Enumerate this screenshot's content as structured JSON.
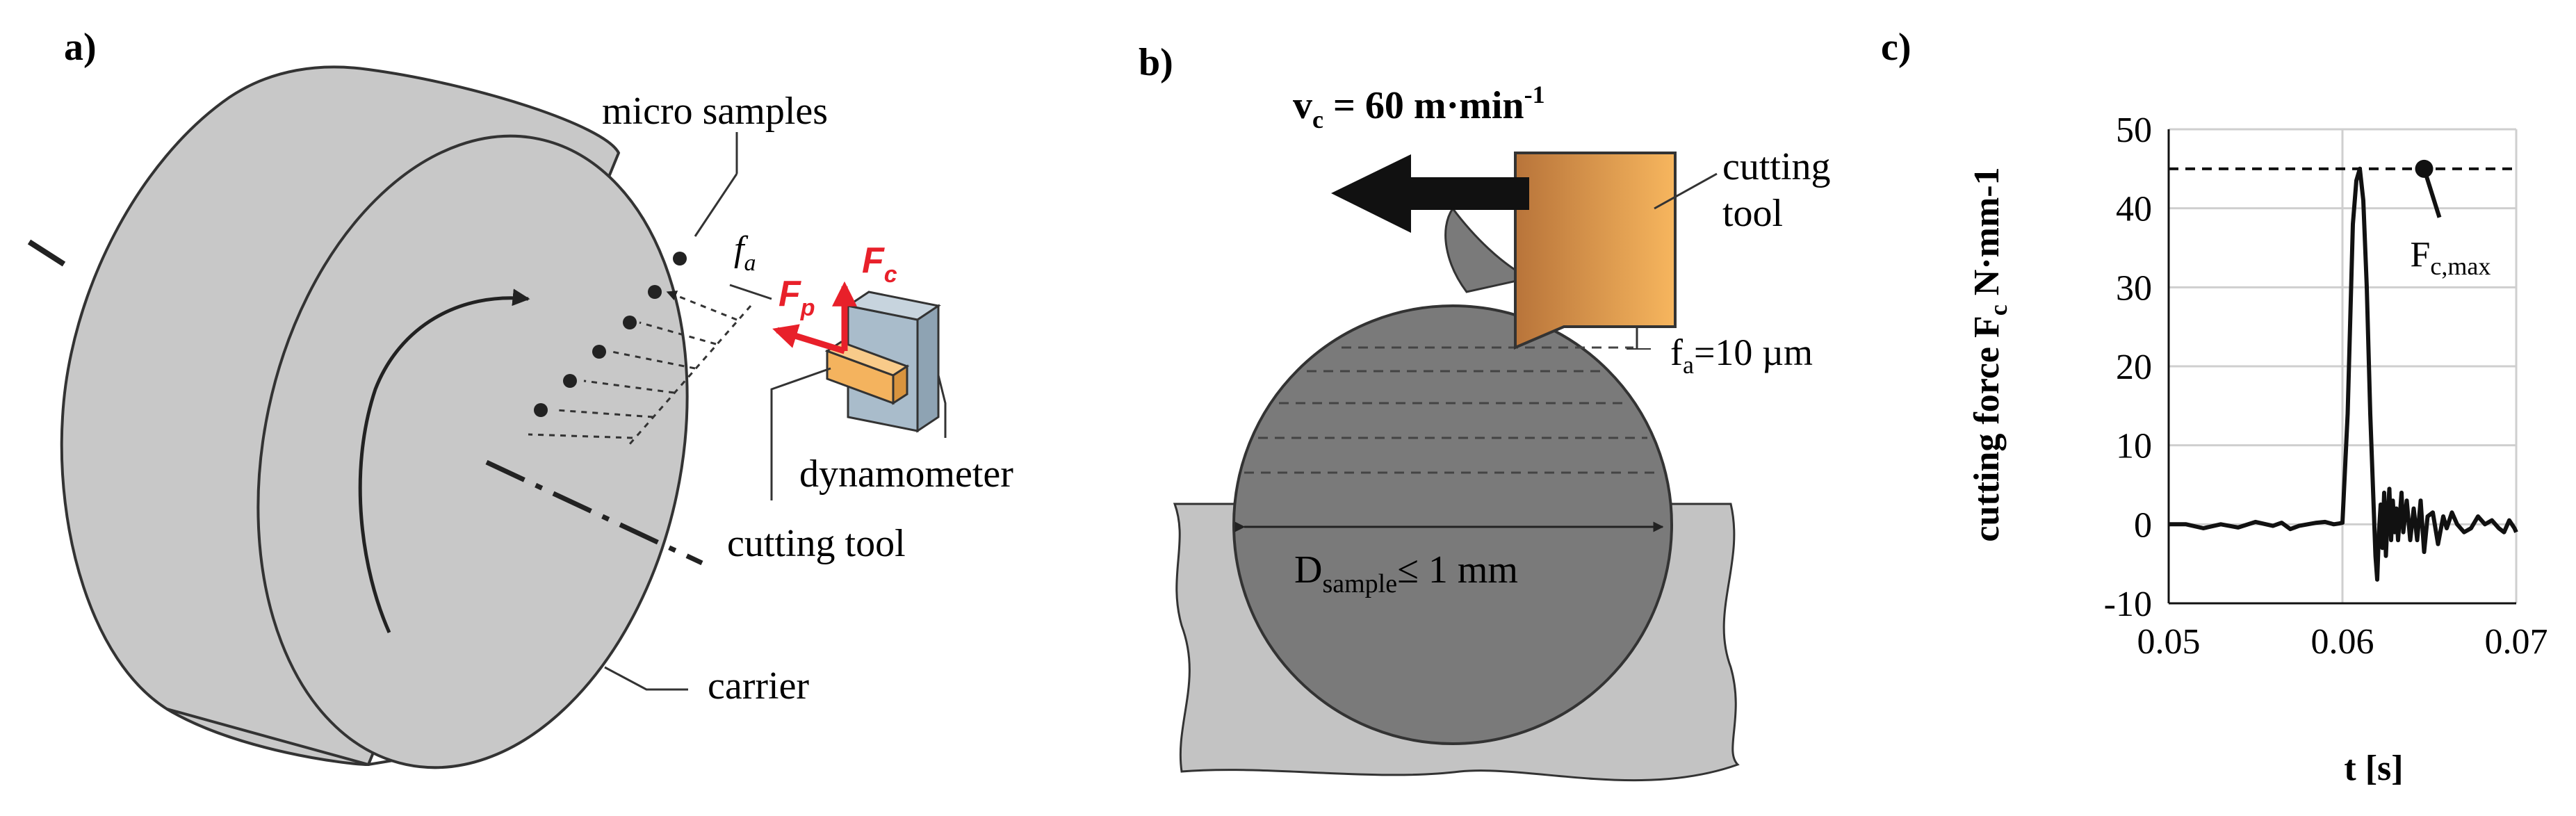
{
  "panel_a": {
    "label": "a)",
    "micro_samples": "micro samples",
    "fa": "f",
    "fa_sub": "a",
    "fp": "F",
    "fp_sub": "p",
    "fc": "F",
    "fc_sub": "c",
    "dynamometer": "dynamometer",
    "cutting_tool": "cutting tool",
    "carrier": "carrier",
    "colors": {
      "force": "#e8202a",
      "carrier": "#c8c8c8",
      "tool": "#f4b35e",
      "dynamometer": "#a9bccb"
    }
  },
  "panel_b": {
    "label": "b)",
    "vc_main": "v",
    "vc_sub": "c",
    "vc_value": " = 60 m·min",
    "vc_exp": "-1",
    "cutting_tool_line1": "cutting",
    "cutting_tool_line2": "tool",
    "fa_main": "f",
    "fa_sub": "a",
    "fa_value": "=10 µm",
    "d_main": "D",
    "d_sub": "sample",
    "d_value": "≤ 1 mm",
    "colors": {
      "sample": "#7a7a7a",
      "base": "#c3c3c3",
      "tool_left": "#b8743a",
      "tool_right": "#f7b65e"
    }
  },
  "panel_c": {
    "label": "c)",
    "annotation_main": "F",
    "annotation_sub": "c,max",
    "ylabel_main": "cutting force F",
    "ylabel_sub": "c",
    "ylabel_unit": " N·mm-1",
    "xlabel": "t [s]"
  },
  "chart_data": {
    "type": "line",
    "xlabel": "t [s]",
    "ylabel": "cutting force Fc N·mm-1",
    "xlim": [
      0.05,
      0.07
    ],
    "ylim": [
      -10,
      50
    ],
    "xticks": [
      "0.05",
      "0.06",
      "0.07"
    ],
    "yticks": [
      "-10",
      "0",
      "10",
      "20",
      "30",
      "40",
      "50"
    ],
    "grid": true,
    "reference_line": {
      "y": 45,
      "style": "dashed"
    },
    "annotation": {
      "text": "Fc,max",
      "x": 0.0647,
      "y": 45
    },
    "series": [
      {
        "x": [
          0.05,
          0.051,
          0.052,
          0.053,
          0.054,
          0.055,
          0.056,
          0.0565,
          0.057,
          0.0575,
          0.058,
          0.0585,
          0.059,
          0.0595,
          0.0598,
          0.06,
          0.0603,
          0.0606,
          0.0608,
          0.061,
          0.0612,
          0.0614,
          0.0616,
          0.0618,
          0.0619,
          0.062,
          0.0621,
          0.0622,
          0.0623,
          0.0624,
          0.0625,
          0.0626,
          0.0627,
          0.0628,
          0.0629,
          0.063,
          0.0631,
          0.0632,
          0.0633,
          0.0634,
          0.0635,
          0.0637,
          0.0639,
          0.0641,
          0.0643,
          0.0645,
          0.0647,
          0.0649,
          0.0652,
          0.0655,
          0.0658,
          0.066,
          0.0663,
          0.0666,
          0.067,
          0.0674,
          0.0678,
          0.0682,
          0.0686,
          0.069,
          0.0693,
          0.0696,
          0.0699,
          0.07
        ],
        "y": [
          0,
          0,
          -0.5,
          0,
          -0.4,
          0.3,
          -0.2,
          0.2,
          -0.6,
          -0.2,
          0,
          0.2,
          0.3,
          0,
          0.1,
          0.2,
          14,
          38,
          43.5,
          45,
          41,
          30,
          14,
          2,
          -4,
          -7,
          -1,
          2.5,
          -3,
          4,
          -4,
          1,
          4.5,
          -2,
          3,
          -1,
          2,
          -2,
          1,
          4,
          -1,
          3,
          -2,
          2,
          -2,
          3,
          -3.5,
          1,
          1.5,
          -2.5,
          1,
          -0.5,
          1.5,
          0,
          -1,
          -0.5,
          1,
          0,
          0.5,
          -0.5,
          -1,
          0.5,
          -0.5,
          -1
        ]
      }
    ]
  }
}
